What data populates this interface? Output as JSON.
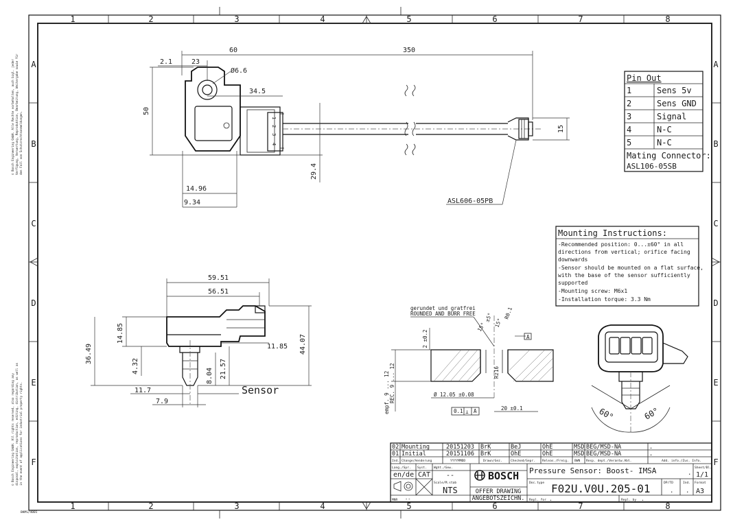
{
  "frame": {
    "columns": [
      "1",
      "2",
      "3",
      "4",
      "5",
      "6",
      "7",
      "8"
    ],
    "rows": [
      "A",
      "B",
      "C",
      "D",
      "E",
      "F"
    ]
  },
  "side_notes": [
    "© Bosch Engineering GmbH. Alle Rechte vorbehalten, auch bzgl. jeder",
    "Verfügung, Verwertung, Reproduktion, Bearbeitung, Weitergabe sowie für",
    "den Fall von Schutzrechtsanmeldungen.",
    "© Bosch Engineering GmbH. All rights reserved, also regarding any",
    "disposal, exploitation, reproduction, editing, distribution, as well as",
    "in the event of applications for industrial property rights."
  ],
  "side_code": "BKMS/4001",
  "dims_top": {
    "d60": "60",
    "d350": "350",
    "d2_1": "2.1",
    "d23": "23",
    "phi6_6": "Ø6.6",
    "d34_5": "34.5",
    "d50": "50",
    "d15": "15",
    "d29_4": "29.4",
    "d14_96": "14.96",
    "d9_34": "9.34",
    "part_code": "ASL606-05PB",
    "pins": [
      "1",
      "2",
      "3",
      "4"
    ]
  },
  "pin_out": {
    "title": "Pin Out",
    "rows": [
      {
        "pin": "1",
        "function": "Sens 5v"
      },
      {
        "pin": "2",
        "function": "Sens GND"
      },
      {
        "pin": "3",
        "function": "Signal"
      },
      {
        "pin": "4",
        "function": "N-C"
      },
      {
        "pin": "5",
        "function": "N-C"
      }
    ],
    "mating_label": "Mating Connector:",
    "mating_value": "ASL106-05SB"
  },
  "mounting": {
    "title": "Mounting Instructions:",
    "lines": [
      "-Recommended position: 0...±60° in all",
      "directions from vertical; orifice facing",
      "downwards",
      "-Sensor should be mounted on a flat surface,",
      "with the base of the sensor sufficiently",
      "supported",
      "-Mounting screw: M6x1",
      "-Installation torque: 3.3 Nm"
    ]
  },
  "dims_side": {
    "d59_51": "59.51",
    "d56_51": "56.51",
    "d14_85": "14.85",
    "d36_49": "36.49",
    "d11_85": "11.85",
    "d44_07": "44.07",
    "d4_32": "4.32",
    "d8_04": "8.04",
    "d21_57": "21.57",
    "d11_7": "11.7",
    "d7_9": "7.9",
    "sensor_label": "Sensor"
  },
  "section": {
    "note_de": "gerundet und gratfrei",
    "note_en": "ROUNDED AND BURR FREE",
    "d2": "2 ±0.2",
    "ang1": "15°",
    "ang2": "±5°",
    "ang3": "15°",
    "rough": "Rz16",
    "datum": "A",
    "depth_de": "empf. 9 ... 12",
    "depth_en": "REC. 9 ... 12",
    "dia": "Ø 12.05 ±0.08",
    "tol": "0.1",
    "tol_sym": "⊥",
    "tol_ref": "A",
    "d20": "20 ±0.1",
    "r": "R0.1"
  },
  "angles": {
    "left": "60°",
    "right": "60°"
  },
  "title_block": {
    "revisions": [
      {
        "idx": "02",
        "desc": "Mounting",
        "date": "20151203",
        "c1": "BrK",
        "c2": "BeJ",
        "c3": "OhE",
        "c4": "MSD",
        "c5": "BEG/MSD-NA",
        "c6": "."
      },
      {
        "idx": "01",
        "desc": "Initial",
        "date": "20151106",
        "c1": "BrK",
        "c2": "OhE",
        "c3": "OhE",
        "c4": "MSD",
        "c5": "BEG/MSD-NA",
        "c6": "."
      }
    ],
    "headers": [
      "Ind.",
      "Change/Aenderung",
      "YYYYMMDD",
      "Drawn/Gez.",
      "Checked/Gepr.",
      "Releas./Freig.",
      "BWN",
      "Resp. dept./Verantw.Abt.",
      "Add. info./Zus. Info."
    ],
    "lang_label": "Lang./Spr.",
    "lang_value": "en/de",
    "syst_label": "Syst.",
    "syst_value": "CAT",
    "weight_label": "Wght./Gew.",
    "weight_value": "--",
    "scale_label": "Scale/M.stab",
    "scale_value": "NTS",
    "logo": "BOSCH",
    "offer1": "OFFER DRAWING",
    "offer2": "ANGEBOTSZEICHN.",
    "description": "Pressure Sensor: Boost- IMSA",
    "doc_type_label": "Doc.type",
    "doc_number": "F02U.V0U.205-01",
    "dp_label": "DP/TD",
    "ind_label": "Ind.",
    "format_label": "Format",
    "format_value": "A3",
    "sheet_label": "Sheet/Bl.",
    "sheet_value": "1/1",
    "mnr_label": "MNR",
    "mnr_value": "--",
    "repl_for": "Repl. for",
    "repl_by": "Repl. by",
    "dots": "."
  }
}
